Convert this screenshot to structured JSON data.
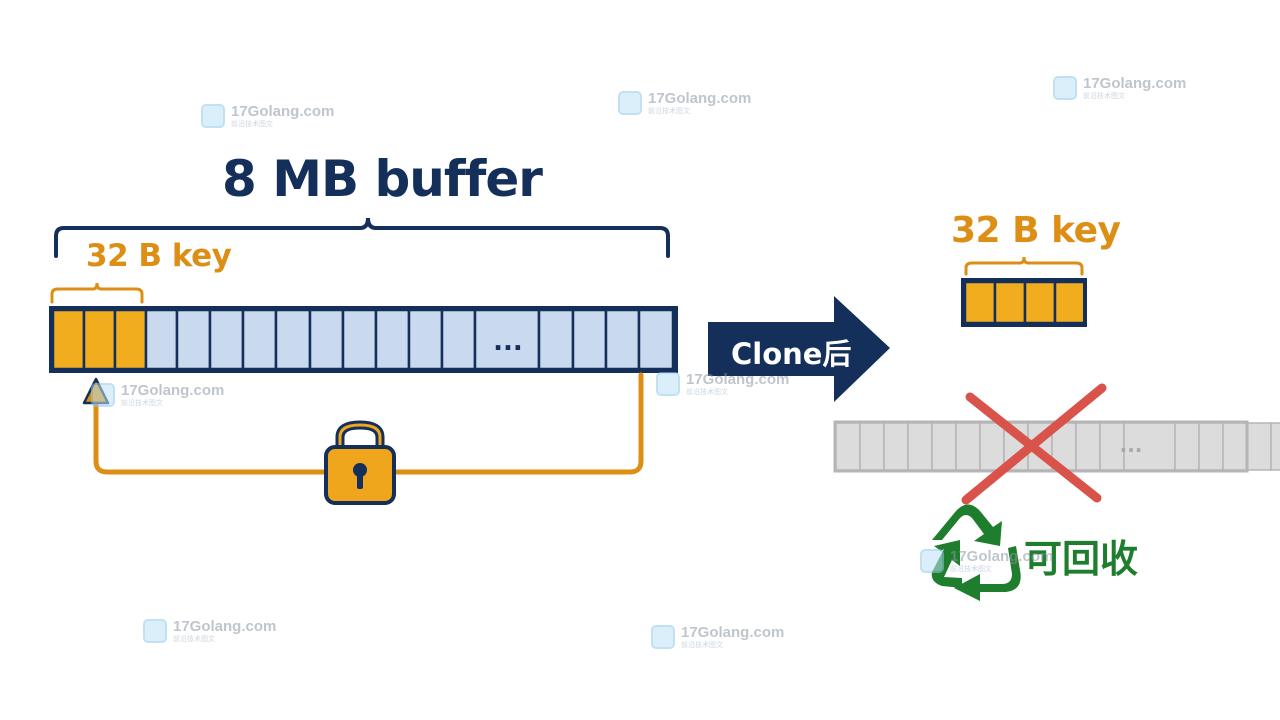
{
  "diagram": {
    "title": "8 MB buffer",
    "key_label_left": "32 B key",
    "key_label_right": "32 B key",
    "ellipsis": "...",
    "arrow_label": "Clone后",
    "recyclable_label": "可回收"
  },
  "watermarks": [
    {
      "text": "17Golang.com",
      "sub": "前沿技术图文"
    },
    {
      "text": "17Golang.com",
      "sub": "前沿技术图文"
    },
    {
      "text": "17Golang.com",
      "sub": "前沿技术图文"
    },
    {
      "text": "17Golang.com",
      "sub": "前沿技术图文"
    },
    {
      "text": "17Golang.com",
      "sub": "前沿技术图文"
    },
    {
      "text": "17Golang.com",
      "sub": "前沿技术图文"
    },
    {
      "text": "17Golang.com",
      "sub": "前沿技术图文"
    },
    {
      "text": "17Golang.com",
      "sub": "前沿技术图文"
    }
  ],
  "colors": {
    "navy": "#14305a",
    "orange": "#dc8f14",
    "key_cell": "#f2ad1f",
    "buffer_cell": "#c9d9ee",
    "grey_cell": "#dcdcdc",
    "grey_border": "#b5b5b5",
    "red_cross": "#d9534a",
    "green": "#1f7d2e"
  },
  "icons": {
    "lock": "padlock-icon",
    "recycle": "recycle-icon",
    "cross": "cross-icon",
    "arrow": "right-arrow-icon"
  }
}
